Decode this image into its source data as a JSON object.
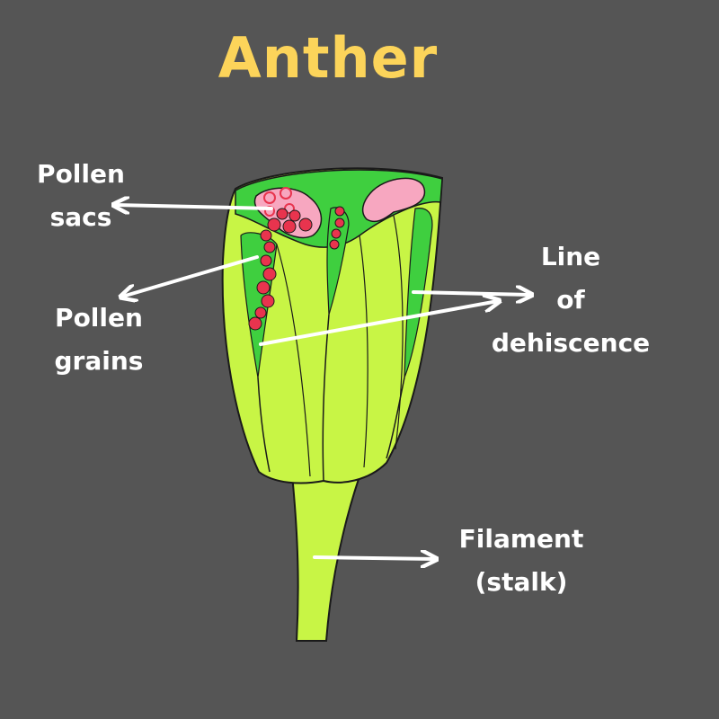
{
  "title": "Anther",
  "labels": {
    "pollen_sacs": [
      "Pollen",
      "sacs"
    ],
    "pollen_grains": [
      "Pollen",
      "grains"
    ],
    "line_of_dehiscence": [
      "Line",
      "of",
      "dehiscence"
    ],
    "filament": [
      "Filament",
      "(stalk)"
    ]
  },
  "colors": {
    "background": "#555555",
    "title": "#fcd45a",
    "anther_body": "#c8f545",
    "anther_tissue": "#3fcf3f",
    "pollen_sac": "#f7a7c0",
    "pollen_grain": "#e8344e",
    "label": "#ffffff"
  }
}
